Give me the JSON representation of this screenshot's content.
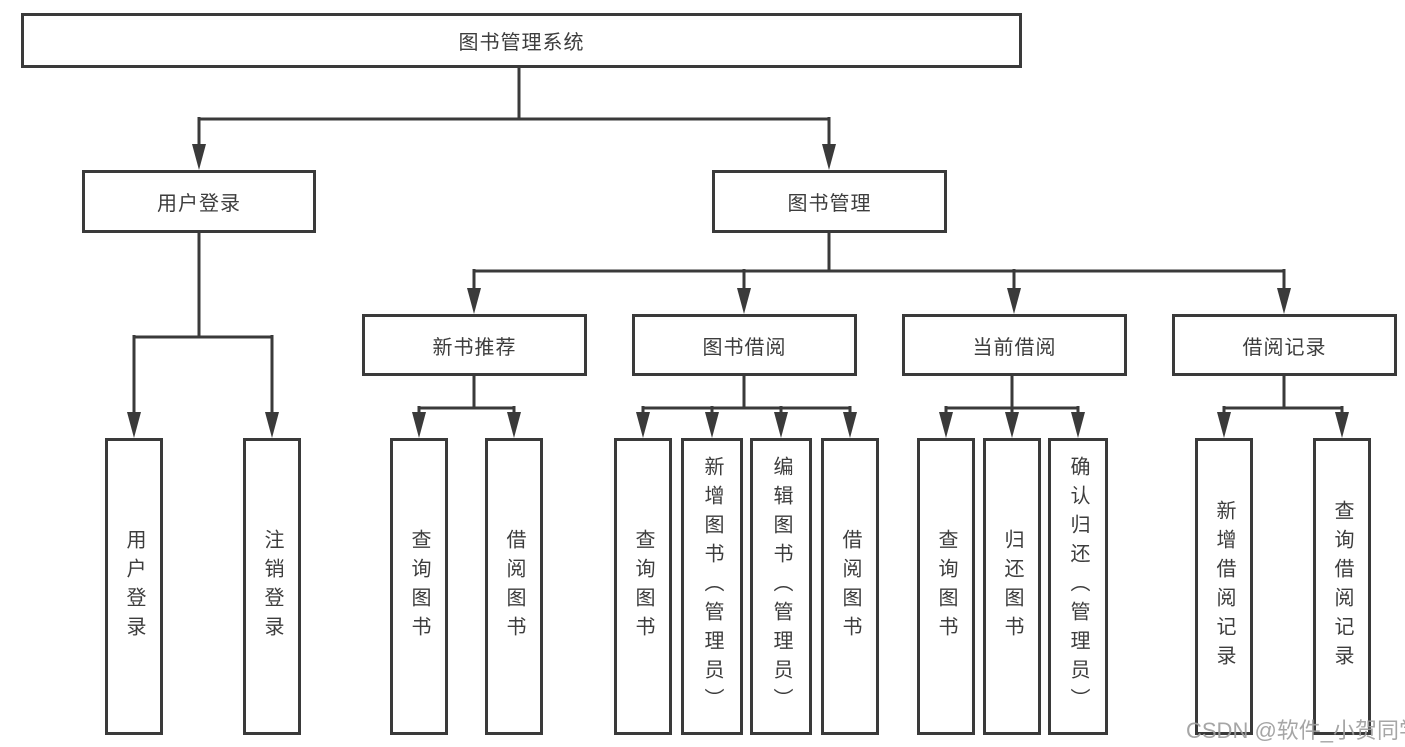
{
  "diagram": {
    "title": "图书管理系统",
    "colors": {
      "line": "#3a3a3a",
      "text": "#3d3d3d",
      "background": "#ffffff",
      "watermark": "#9e9e9e"
    },
    "root": {
      "label": "图书管理系统"
    },
    "level1": [
      {
        "id": "user-login",
        "label": "用户登录"
      },
      {
        "id": "book-management",
        "label": "图书管理"
      }
    ],
    "level2": [
      {
        "id": "new-book-recommend",
        "label": "新书推荐",
        "parent": "book-management"
      },
      {
        "id": "book-borrow",
        "label": "图书借阅",
        "parent": "book-management"
      },
      {
        "id": "current-borrow",
        "label": "当前借阅",
        "parent": "book-management"
      },
      {
        "id": "borrow-records",
        "label": "借阅记录",
        "parent": "book-management"
      }
    ],
    "leaves": [
      {
        "parent": "user-login",
        "label": "用户登录"
      },
      {
        "parent": "user-login",
        "label": "注销登录"
      },
      {
        "parent": "new-book-recommend",
        "label": "查询图书"
      },
      {
        "parent": "new-book-recommend",
        "label": "借阅图书"
      },
      {
        "parent": "book-borrow",
        "label": "查询图书"
      },
      {
        "parent": "book-borrow",
        "label": "新增图书（管理员）"
      },
      {
        "parent": "book-borrow",
        "label": "编辑图书（管理员）"
      },
      {
        "parent": "book-borrow",
        "label": "借阅图书"
      },
      {
        "parent": "current-borrow",
        "label": "查询图书"
      },
      {
        "parent": "current-borrow",
        "label": "归还图书"
      },
      {
        "parent": "current-borrow",
        "label": "确认归还（管理员）"
      },
      {
        "parent": "borrow-records",
        "label": "新增借阅记录"
      },
      {
        "parent": "borrow-records",
        "label": "查询借阅记录"
      }
    ],
    "watermark": {
      "text": "CSDN @软件_小贺同学"
    }
  }
}
